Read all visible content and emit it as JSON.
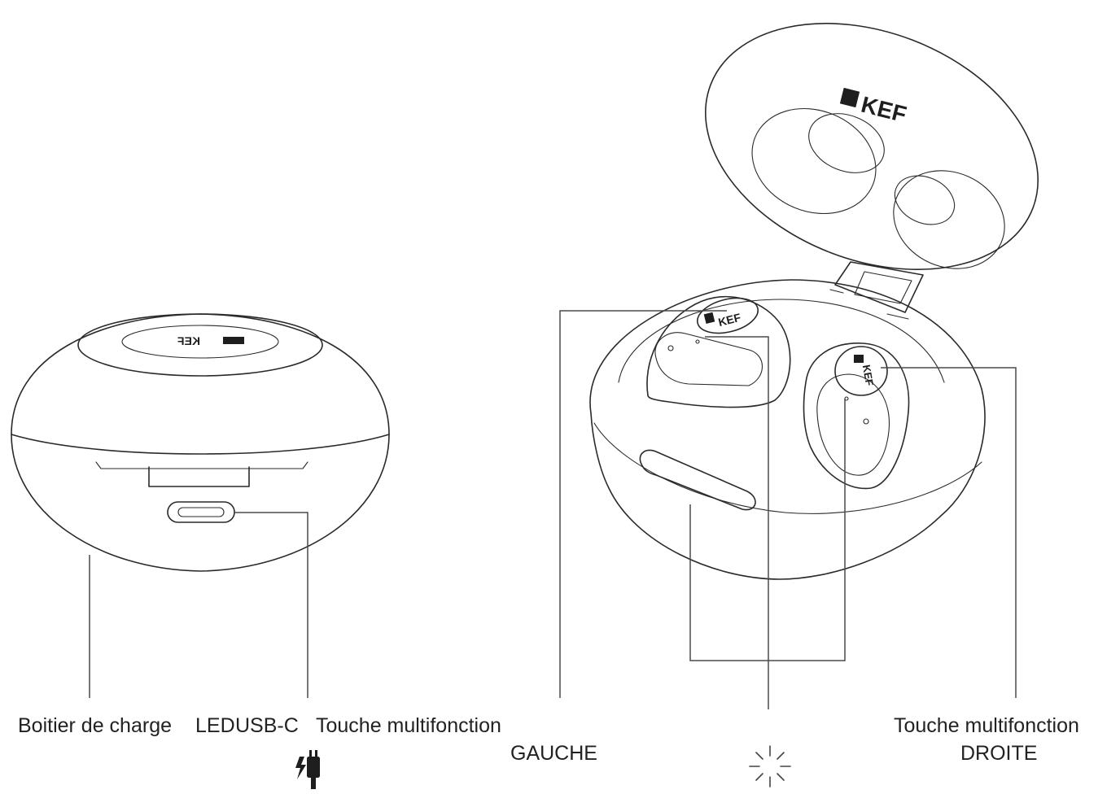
{
  "labels": {
    "case": "Boitier de charge",
    "led": "LED",
    "usb": "USB-C",
    "touch_left_line1": "Touche multifonction",
    "touch_left_line2": "GAUCHE",
    "touch_right_line1": "Touche multifonction",
    "touch_right_line2": "DROITE"
  },
  "logo": {
    "brand": "KEF"
  },
  "icons": {
    "usb": "usb-charge-plug-icon",
    "led": "led-light-icon"
  }
}
